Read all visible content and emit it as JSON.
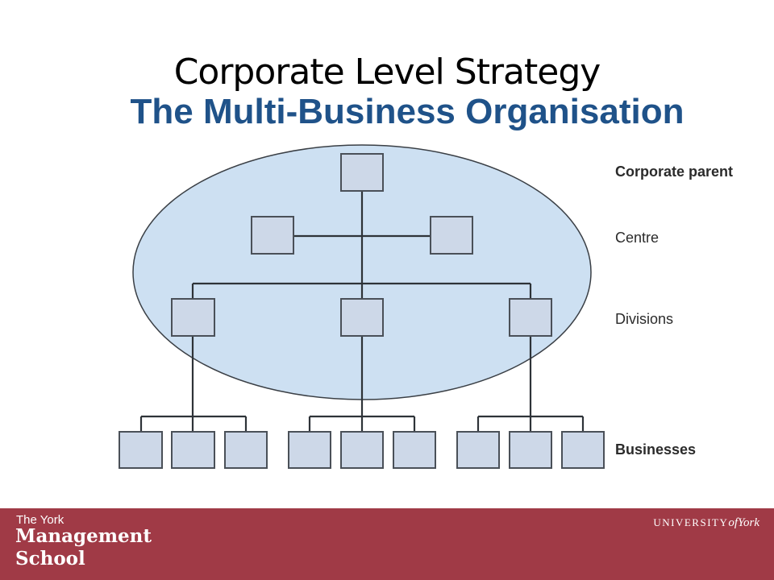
{
  "slide": {
    "title": "Corporate Level Strategy",
    "subtitle": "The Multi-Business Organisation"
  },
  "diagram": {
    "ellipse_fill": "#cde0f2",
    "box_fill": "#cdd8e8",
    "line_color": "#333a40",
    "levels": [
      {
        "label": "Corporate parent",
        "bold": true,
        "boxes": 1
      },
      {
        "label": "Centre",
        "bold": false,
        "boxes": 2
      },
      {
        "label": "Divisions",
        "bold": false,
        "boxes": 3
      },
      {
        "label": "Businesses",
        "bold": true,
        "boxes": 9
      }
    ]
  },
  "footer": {
    "school_line1": "The York",
    "school_line2": "Management",
    "school_line3": "School",
    "university_prefix": "UNIVERSITY",
    "university_of": "of",
    "university_name": "York",
    "background": "#a03a46"
  }
}
